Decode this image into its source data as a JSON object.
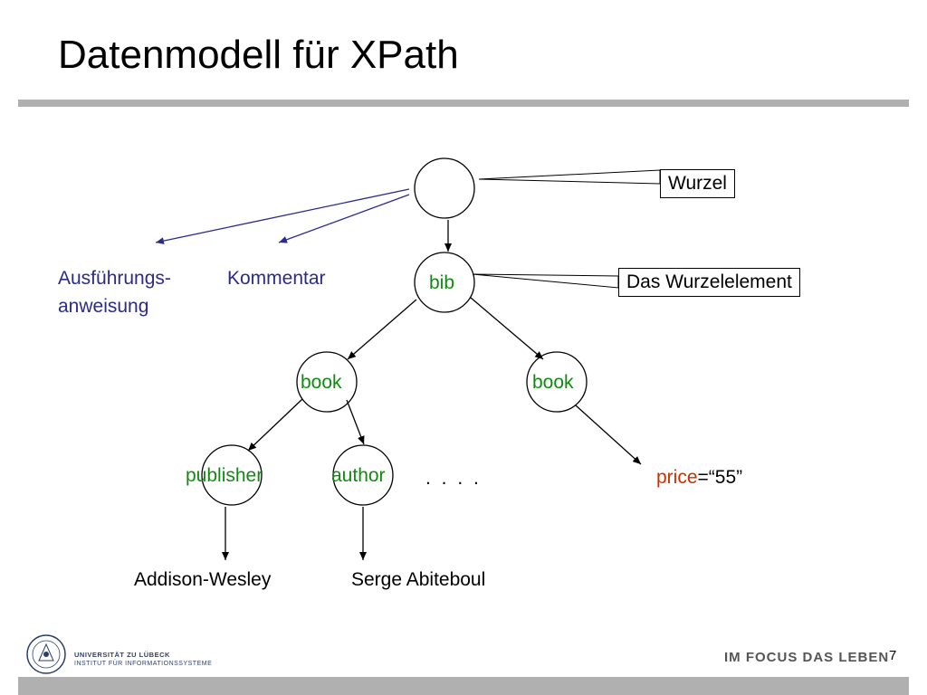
{
  "slide": {
    "title": "Datenmodell für XPath",
    "page_number": "7"
  },
  "diagram": {
    "nodes": {
      "root": "",
      "bib": "bib",
      "book1": "book",
      "book2": "book",
      "publisher": "publisher",
      "author": "author"
    },
    "labels": {
      "processing_instruction_line1": "Ausführungs-",
      "processing_instruction_line2": "anweisung",
      "comment": "Kommentar",
      "ellipsis": ". . . .",
      "publisher_value": "Addison-Wesley",
      "author_value": "Serge Abiteboul",
      "price_name": "price",
      "price_eq": "=",
      "price_value": "“55”"
    },
    "callouts": {
      "root": "Wurzel",
      "root_element": "Das Wurzelelement"
    }
  },
  "footer": {
    "logo_line1": "UNIVERSITÄT ZU LÜBECK",
    "logo_line2": "INSTITUT FÜR INFORMATIONSSYSTEME",
    "motto": "IM FOCUS DAS LEBEN"
  },
  "colors": {
    "element_text": "#128a12",
    "node_text_blue": "#2b2b8c",
    "attribute_name": "#c83200",
    "rule_gray": "#b0b0b0"
  }
}
